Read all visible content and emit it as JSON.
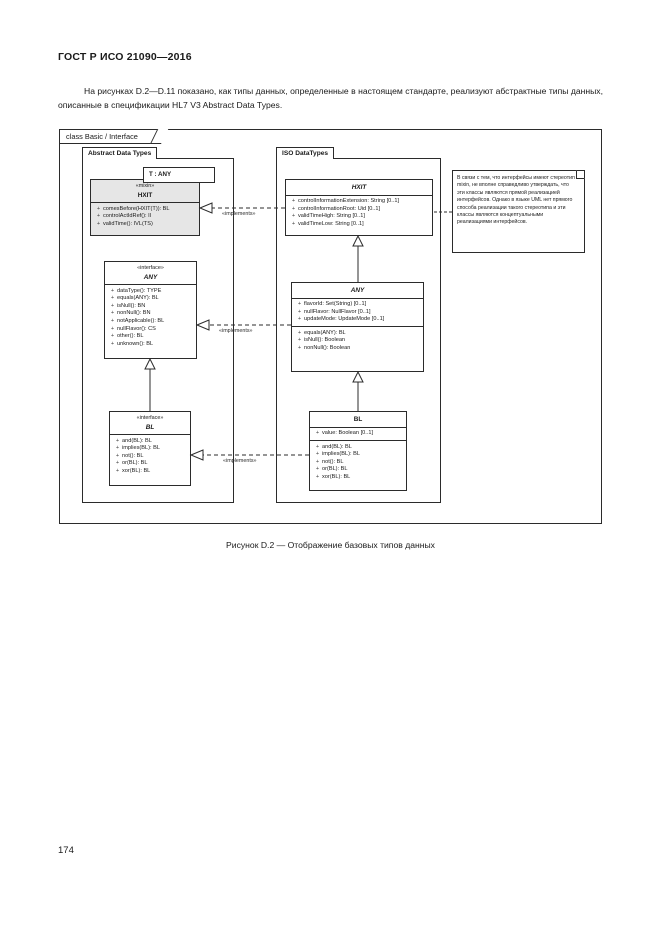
{
  "document": {
    "header": "ГОСТ Р ИСО 21090—2016",
    "intro_paragraph": "На рисунках D.2—D.11 показано, как типы данных, определенные в настоящем стандарте, реализуют абстрактные типы данных, описанные в спецификации HL7 V3 Abstract Data Types.",
    "figure_caption": "Рисунок D.2 — Отображение базовых типов данных",
    "page_number": "174"
  },
  "diagram": {
    "frame_label": "class Basic / Interface",
    "packages": {
      "left": {
        "title": "Abstract Data Types"
      },
      "right": {
        "title": "ISO DataTypes"
      }
    },
    "template_parameter": "T : ANY",
    "edge_labels": {
      "implements_1": "«implements»",
      "implements_2": "«implements»",
      "implements_3": "«implements»"
    },
    "classes": {
      "abstract_hxit": {
        "stereotype": "«mixin»",
        "name": "HXIT",
        "operations": [
          "comesBefore(HXIT(T)): BL",
          "controlActIdRef(): II",
          "validTime(): IVL(TS)"
        ]
      },
      "abstract_any": {
        "stereotype": "«interface»",
        "name": "ANY",
        "operations": [
          "dataType(): TYPE",
          "equals(ANY): BL",
          "isNull(): BN",
          "nonNull(): BN",
          "notApplicable(): BL",
          "nullFlavor(): CS",
          "other(): BL",
          "unknown(): BL"
        ]
      },
      "abstract_bl": {
        "stereotype": "«interface»",
        "name": "BL",
        "operations": [
          "and(BL): BL",
          "implies(BL): BL",
          "not(): BL",
          "or(BL): BL",
          "xor(BL): BL"
        ]
      },
      "iso_hxit": {
        "name": "HXIT",
        "attributes": [
          "controlInformationExtension: String [0..1]",
          "controlInformationRoot: Uid [0..1]",
          "validTimeHigh: String [0..1]",
          "validTimeLow: String [0..1]"
        ]
      },
      "iso_any": {
        "name": "ANY",
        "attributes": [
          "flavorId: Set(String) [0..1]",
          "nullFlavor: NullFlavor [0..1]",
          "updateMode: UpdateMode [0..1]"
        ],
        "operations": [
          "equals(ANY): BL",
          "isNull(): Boolean",
          "nonNull(): Boolean"
        ]
      },
      "iso_bl": {
        "name": "BL",
        "attributes": [
          "value: Boolean [0..1]"
        ],
        "operations": [
          "and(BL): BL",
          "implies(BL): BL",
          "not(): BL",
          "or(BL): BL",
          "xor(BL): BL"
        ]
      }
    },
    "note": {
      "text": "В связи с тем, что интерфейсы имеют стереотип mixin, не вполне справедливо утверждать, что эти классы являются прямой реализацией интерфейсов. Однако в языке UML нет прямого способа реализации такого стереотипа и эти классы являются концептуальными реализациями интерфейсов."
    }
  }
}
